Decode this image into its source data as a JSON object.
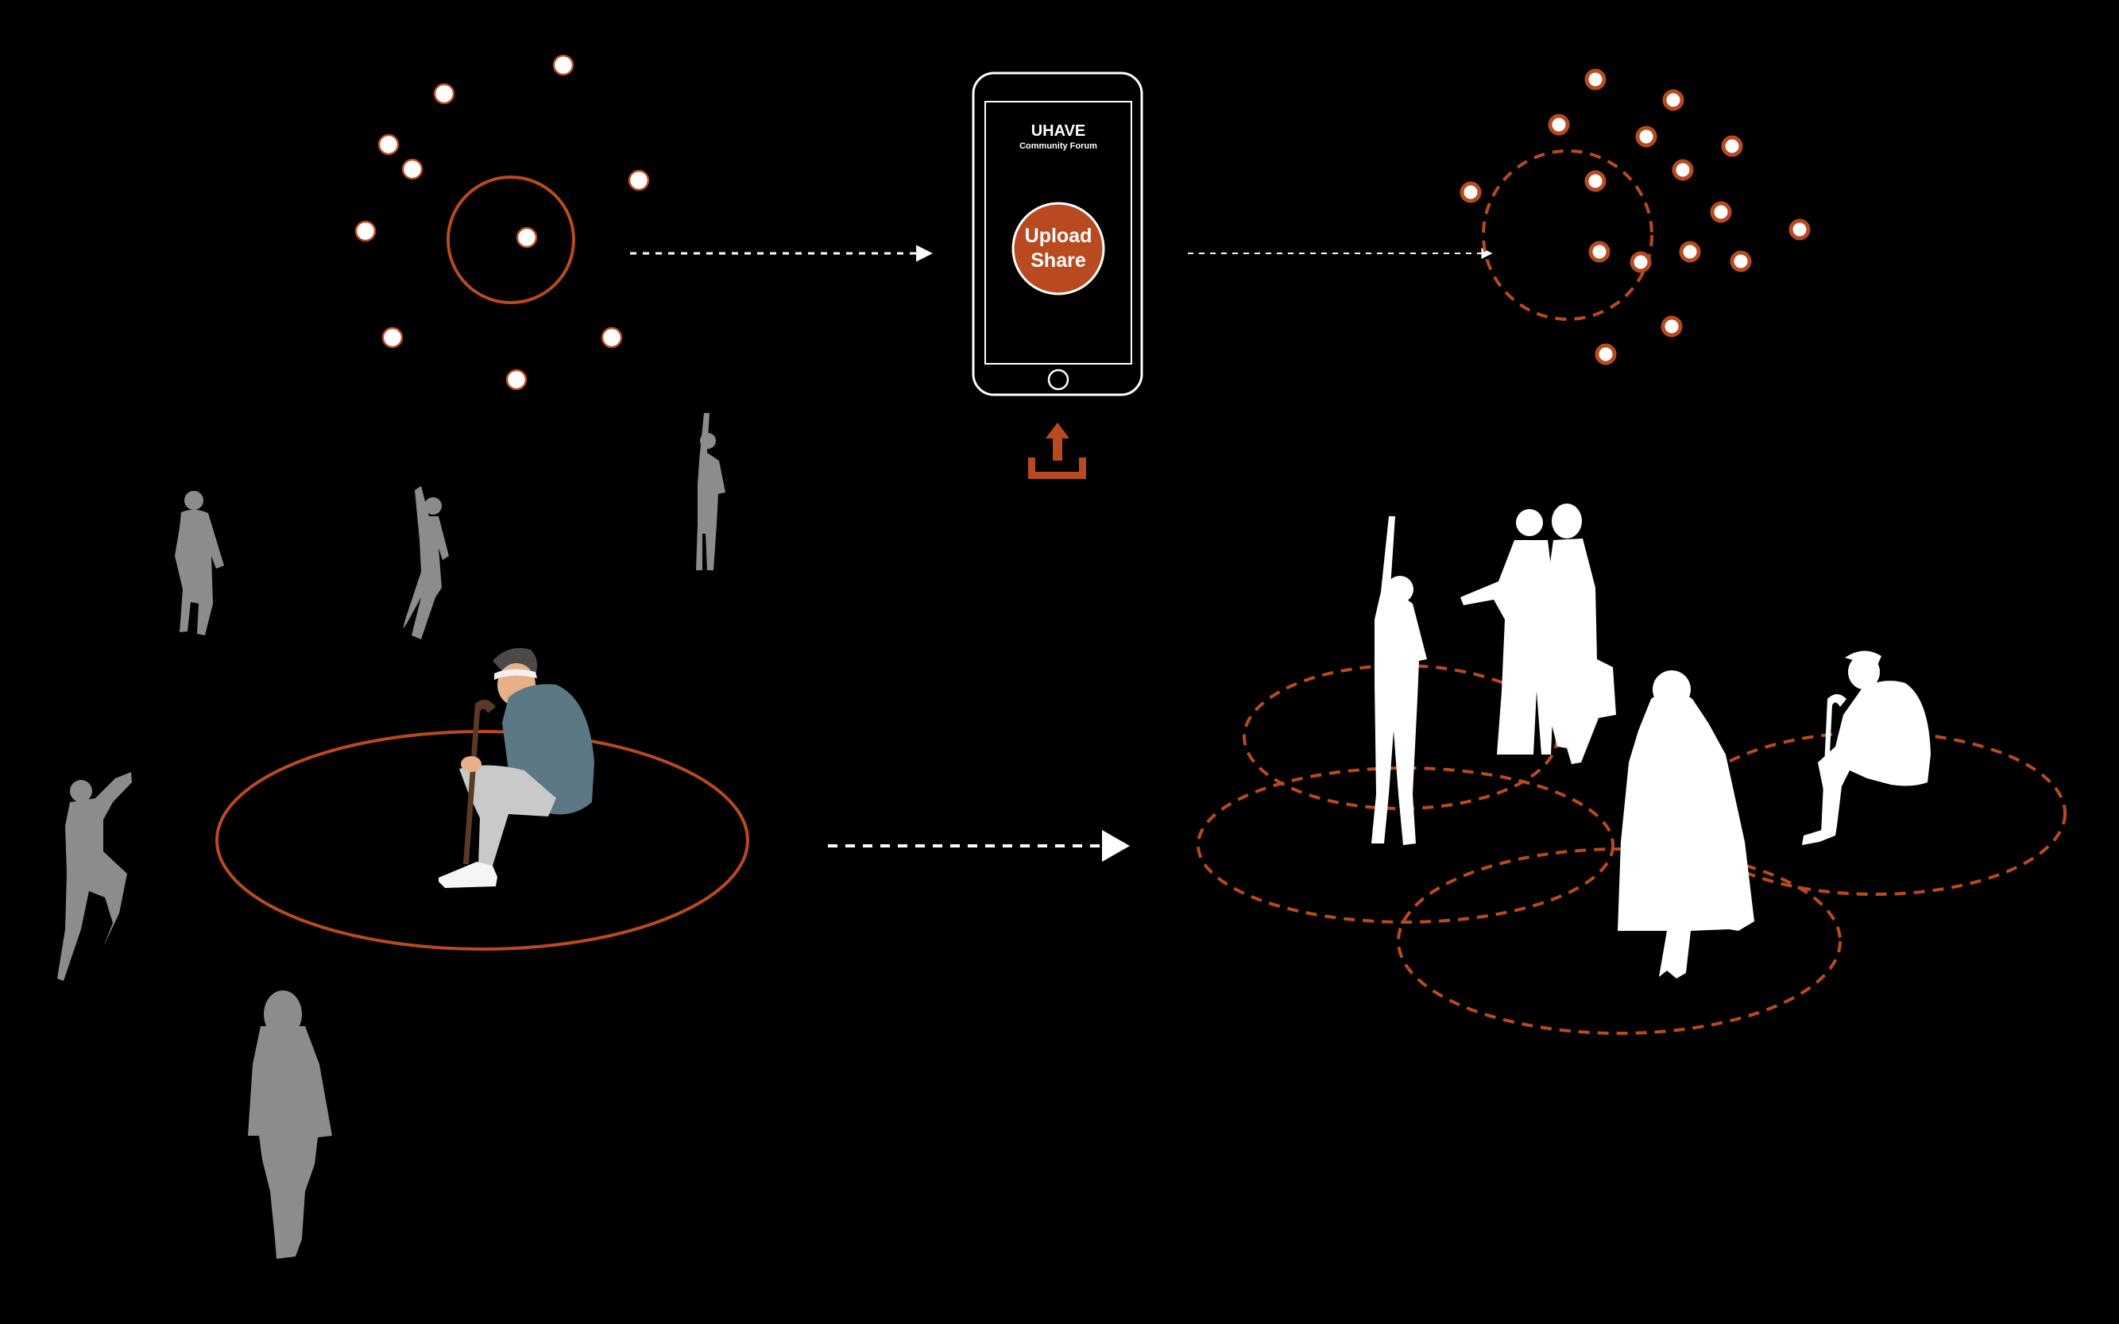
{
  "phone": {
    "app_name": "UHAVE",
    "app_subtitle": "Community Forum",
    "button_line1": "Upload",
    "button_line2": "Share"
  },
  "icons": {
    "upload": "upload-icon",
    "arrow": "arrow-right-icon"
  },
  "colors": {
    "background": "#000000",
    "accent": "#B94A1F",
    "dot_fill": "#FFFFFF",
    "dot_stroke": "#B94A1F",
    "person_grey": "#8C8C8C",
    "person_white": "#FFFFFF",
    "figure_coat": "#5C7884",
    "figure_trousers": "#C9C9C9"
  }
}
